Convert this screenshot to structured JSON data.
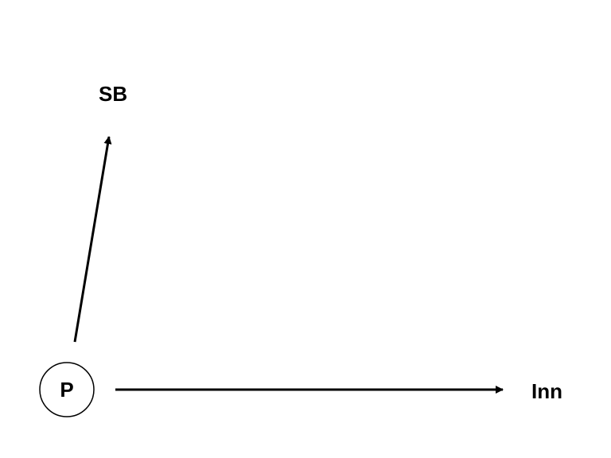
{
  "diagram": {
    "nodes": {
      "origin": {
        "label": "P"
      },
      "north_target": {
        "label": "SB"
      },
      "east_target": {
        "label": "Inn"
      }
    },
    "edges": [
      {
        "from": "P",
        "to": "SB"
      },
      {
        "from": "P",
        "to": "Inn"
      }
    ],
    "colors": {
      "stroke": "#000000",
      "background": "#ffffff"
    }
  }
}
